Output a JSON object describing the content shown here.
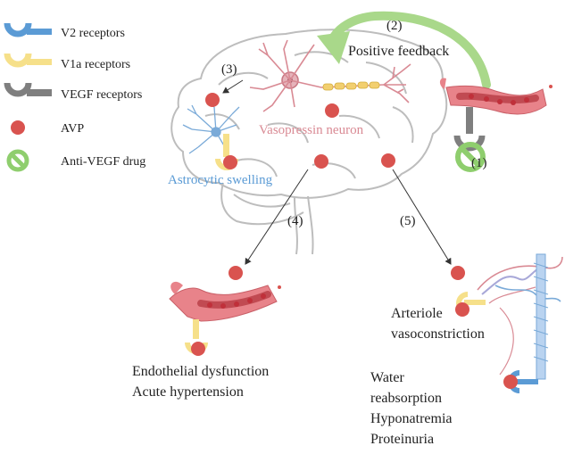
{
  "legend": {
    "v2": "V2 receptors",
    "v1a": "V1a receptors",
    "vegf": "VEGF receptors",
    "avp": "AVP",
    "antivegf": "Anti-VEGF drug"
  },
  "labels": {
    "step1": "(1)",
    "step2": "(2)",
    "positive_feedback": "Positive feedback",
    "step3": "(3)",
    "vasopressin_neuron": "Vasopressin neuron",
    "astrocytic_swelling": "Astrocytic swelling",
    "step4": "(4)",
    "step5": "(5)",
    "endothelial_line1": "Endothelial dysfunction",
    "endothelial_line2": "Acute hypertension",
    "arteriole_line1": "Arteriole",
    "arteriole_line2": "vasoconstriction",
    "water_line1": "Water",
    "water_line2": "reabsorption",
    "water_line3": "Hyponatremia",
    "water_line4": "Proteinuria"
  },
  "colors": {
    "v2_receptor": "#5b9bd5",
    "v1a_receptor": "#f6e08a",
    "vegf_receptor": "#7f7f7f",
    "avp_dot": "#d9534f",
    "anti_vegf": "#8fce6e",
    "feedback_arrow": "#a9d88a",
    "neuron": "#d98a94",
    "astrocyte": "#7aaad8",
    "vessel": "#e8838a",
    "brain_outline": "#b8b8b8"
  }
}
